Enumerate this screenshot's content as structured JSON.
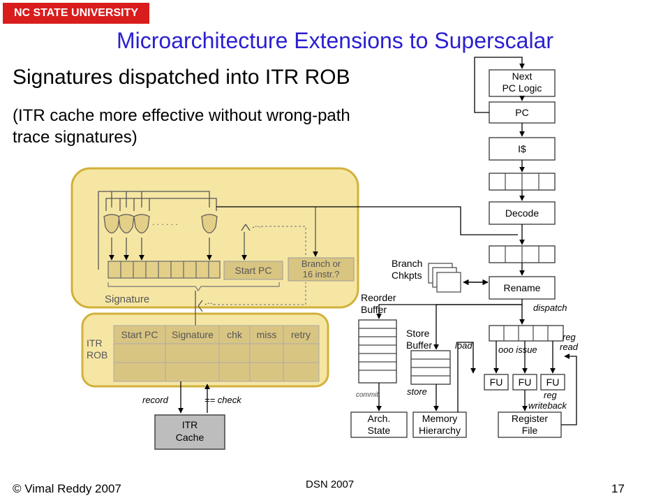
{
  "header": {
    "badge": "NC STATE UNIVERSITY",
    "title": "Microarchitecture Extensions to Superscalar"
  },
  "body": {
    "heading": "Signatures dispatched into ITR ROB",
    "note_line1": "(ITR cache more effective without wrong-path",
    "note_line2": "trace signatures)"
  },
  "diagram": {
    "signature_label": "Signature",
    "start_pc": "Start PC",
    "branch_line1": "Branch or",
    "branch_line2": "16 instr.?",
    "dots": ". . . . . .",
    "rob_label_1": "ITR",
    "rob_label_2": "ROB",
    "rob_columns": [
      "Start PC",
      "Signature",
      "chk",
      "miss",
      "retry"
    ],
    "record": "record",
    "check": "== check",
    "cache_line1": "ITR",
    "cache_line2": "Cache",
    "next_pc_1": "Next",
    "next_pc_2": "PC Logic",
    "pc": "PC",
    "icache": "I$",
    "decode": "Decode",
    "rename": "Rename",
    "branch_ckpts_1": "Branch",
    "branch_ckpts_2": "Chkpts",
    "dispatch": "dispatch",
    "reorder_1": "Reorder",
    "reorder_2": "Buffer",
    "store_buf_1": "Store",
    "store_buf_2": "Buffer",
    "load": "load",
    "ooo_issue": "ooo issue",
    "reg_read_1": "reg",
    "reg_read_2": "read",
    "fu": "FU",
    "commit": "commit",
    "store": "store",
    "reg_wb_1": "reg",
    "reg_wb_2": "writeback",
    "arch_1": "Arch.",
    "arch_2": "State",
    "mem_1": "Memory",
    "mem_2": "Hierarchy",
    "regfile_1": "Register",
    "regfile_2": "File"
  },
  "footer": {
    "copyright": "© Vimal Reddy 2007",
    "conference": "DSN 2007",
    "page": "17"
  },
  "colors": {
    "badge": "#d91c1c",
    "title": "#2a1fd0",
    "region_fill": "#f6e6a4",
    "region_stroke": "#d2b13a",
    "box_fill": "#d9c582",
    "cache_fill": "#bdbdbd"
  }
}
